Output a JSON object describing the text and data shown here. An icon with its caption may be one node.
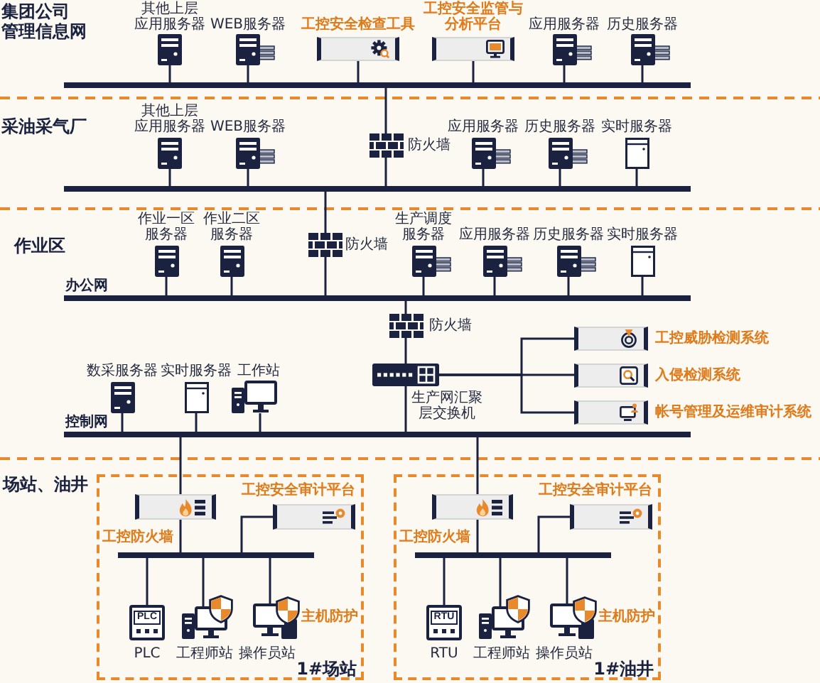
{
  "diagram": {
    "nodes": [
      {
        "text": [],
        "shape": "server",
        "beside": [
          "其他上层应用服务器"
        ]
      },
      {
        "text": [],
        "shape": "server",
        "beside": [
          "WEB服务器"
        ]
      },
      {
        "text": [],
        "shape": "box",
        "beside": [
          "工控安全检查工具"
        ]
      },
      {
        "text": [],
        "shape": "box",
        "beside": [
          "工控安全监管与分析平台"
        ]
      },
      {
        "text": [],
        "shape": "server",
        "beside": [
          "应用服务器"
        ]
      },
      {
        "text": [],
        "shape": "server",
        "beside": [
          "历史服务器"
        ]
      },
      {
        "text": [],
        "shape": "bar"
      },
      {
        "text": [],
        "shape": "server",
        "beside": [
          "其他上层应用服务器"
        ]
      },
      {
        "text": [],
        "shape": "server",
        "beside": [
          "WEB服务器"
        ]
      },
      {
        "text": [],
        "shape": "firewall",
        "beside": [
          "防火墙"
        ]
      },
      {
        "text": [],
        "shape": "server",
        "beside": [
          "应用服务器"
        ]
      },
      {
        "text": [],
        "shape": "server",
        "beside": [
          "历史服务器"
        ]
      },
      {
        "text": [],
        "shape": "server",
        "beside": [
          "实时服务器"
        ]
      },
      {
        "text": [],
        "shape": "bar"
      },
      {
        "text": [],
        "shape": "server",
        "beside": [
          "作业一区服务器"
        ]
      },
      {
        "text": [],
        "shape": "server",
        "beside": [
          "作业二区服务器"
        ]
      },
      {
        "text": [],
        "shape": "firewall",
        "beside": [
          "防火墙"
        ]
      },
      {
        "text": [],
        "shape": "server",
        "beside": [
          "生产调度服务器"
        ]
      },
      {
        "text": [],
        "shape": "server",
        "beside": [
          "应用服务器"
        ]
      },
      {
        "text": [],
        "shape": "server",
        "beside": [
          "历史服务器"
        ]
      },
      {
        "text": [],
        "shape": "server",
        "beside": [
          "实时服务器"
        ]
      },
      {
        "text": [],
        "shape": "bar",
        "beside": [
          "办公网"
        ]
      },
      {
        "text": [],
        "shape": "firewall",
        "beside": [
          "防火墙"
        ]
      },
      {
        "text": [],
        "shape": "box",
        "beside": [
          "工控威胁检测系统"
        ]
      },
      {
        "text": [],
        "shape": "switch",
        "beside": [
          "生产网汇聚层交换机"
        ]
      },
      {
        "text": [],
        "shape": "box",
        "beside": [
          "入侵检测系统"
        ]
      },
      {
        "text": [],
        "shape": "box",
        "beside": [
          "帐号管理及运维审计系统"
        ]
      },
      {
        "text": [],
        "shape": "server",
        "beside": [
          "数采服务器"
        ]
      },
      {
        "text": [],
        "shape": "server",
        "beside": [
          "实时服务器"
        ]
      },
      {
        "text": [],
        "shape": "computer",
        "beside": [
          "工作站"
        ]
      },
      {
        "text": [],
        "shape": "bar",
        "beside": [
          "控制网"
        ]
      },
      {
        "text": [
          "1#场站"
        ]
      },
      {
        "text": [],
        "shape": "box",
        "in": 31,
        "beside": [
          "工控防火墙"
        ]
      },
      {
        "text": [],
        "shape": "box",
        "in": 31,
        "beside": [
          "工控安全审计平台"
        ]
      },
      {
        "text": [],
        "shape": "bar",
        "in": 31
      },
      {
        "text": [
          "PLC"
        ],
        "in": 31,
        "beside": [
          "PLC"
        ]
      },
      {
        "text": [],
        "shape": "computer",
        "in": 31,
        "beside": [
          "工程师站"
        ]
      },
      {
        "text": [],
        "shape": "computer",
        "in": 31,
        "beside": [
          "操作员站",
          "主机防护"
        ]
      },
      {
        "text": [
          "1#油井"
        ]
      },
      {
        "text": [],
        "shape": "box",
        "in": 38,
        "beside": [
          "工控防火墙"
        ]
      },
      {
        "text": [],
        "shape": "box",
        "in": 38,
        "beside": [
          "工控安全审计平台"
        ]
      },
      {
        "text": [],
        "shape": "bar",
        "in": 38
      },
      {
        "text": [
          "RTU"
        ],
        "in": 38,
        "beside": [
          "RTU"
        ]
      },
      {
        "text": [],
        "shape": "computer",
        "in": 38,
        "beside": [
          "工程师站"
        ]
      },
      {
        "text": [],
        "shape": "computer",
        "in": 38,
        "beside": [
          "操作员站",
          "主机防护"
        ]
      }
    ],
    "edges": [
      {
        "from": 0,
        "to": 6,
        "arrow": "none"
      },
      {
        "from": 1,
        "to": 6,
        "arrow": "none"
      },
      {
        "from": 2,
        "to": 6,
        "arrow": "none"
      },
      {
        "from": 3,
        "to": 6,
        "arrow": "none"
      },
      {
        "from": 4,
        "to": 6,
        "arrow": "none"
      },
      {
        "from": 5,
        "to": 6,
        "arrow": "none"
      },
      {
        "from": 6,
        "to": 9,
        "arrow": "none"
      },
      {
        "from": 9,
        "to": 13,
        "arrow": "none"
      },
      {
        "from": 7,
        "to": 13,
        "arrow": "none"
      },
      {
        "from": 8,
        "to": 13,
        "arrow": "none"
      },
      {
        "from": 10,
        "to": 13,
        "arrow": "none"
      },
      {
        "from": 11,
        "to": 13,
        "arrow": "none"
      },
      {
        "from": 12,
        "to": 13,
        "arrow": "none"
      },
      {
        "from": 13,
        "to": 16,
        "arrow": "none"
      },
      {
        "from": 16,
        "to": 21,
        "arrow": "none"
      },
      {
        "from": 14,
        "to": 21,
        "arrow": "none"
      },
      {
        "from": 15,
        "to": 21,
        "arrow": "none"
      },
      {
        "from": 17,
        "to": 21,
        "arrow": "none"
      },
      {
        "from": 18,
        "to": 21,
        "arrow": "none"
      },
      {
        "from": 19,
        "to": 21,
        "arrow": "none"
      },
      {
        "from": 20,
        "to": 21,
        "arrow": "none"
      },
      {
        "from": 21,
        "to": 22,
        "arrow": "none"
      },
      {
        "from": 22,
        "to": 24,
        "arrow": "none"
      },
      {
        "from": 24,
        "to": 30,
        "arrow": "none"
      },
      {
        "from": 24,
        "to": 23,
        "arrow": "none"
      },
      {
        "from": 24,
        "to": 25,
        "arrow": "none"
      },
      {
        "from": 24,
        "to": 26,
        "arrow": "none"
      },
      {
        "from": 27,
        "to": 30,
        "arrow": "none"
      },
      {
        "from": 28,
        "to": 30,
        "arrow": "none"
      },
      {
        "from": 29,
        "to": 30,
        "arrow": "none"
      },
      {
        "from": 30,
        "to": 32,
        "arrow": "none"
      },
      {
        "from": 32,
        "to": 34,
        "arrow": "none"
      },
      {
        "from": 33,
        "to": 34,
        "arrow": "none"
      },
      {
        "from": 34,
        "to": 35,
        "arrow": "none"
      },
      {
        "from": 34,
        "to": 36,
        "arrow": "none"
      },
      {
        "from": 34,
        "to": 37,
        "arrow": "none"
      },
      {
        "from": 30,
        "to": 39,
        "arrow": "none"
      },
      {
        "from": 39,
        "to": 41,
        "arrow": "none"
      },
      {
        "from": 40,
        "to": 41,
        "arrow": "none"
      },
      {
        "from": 41,
        "to": 42,
        "arrow": "none"
      },
      {
        "from": 41,
        "to": 43,
        "arrow": "none"
      },
      {
        "from": 41,
        "to": 44,
        "arrow": "none"
      }
    ],
    "labels": [
      "集团公司管理信息网",
      "采油采气厂",
      "作业区",
      "场站、油井"
    ]
  }
}
